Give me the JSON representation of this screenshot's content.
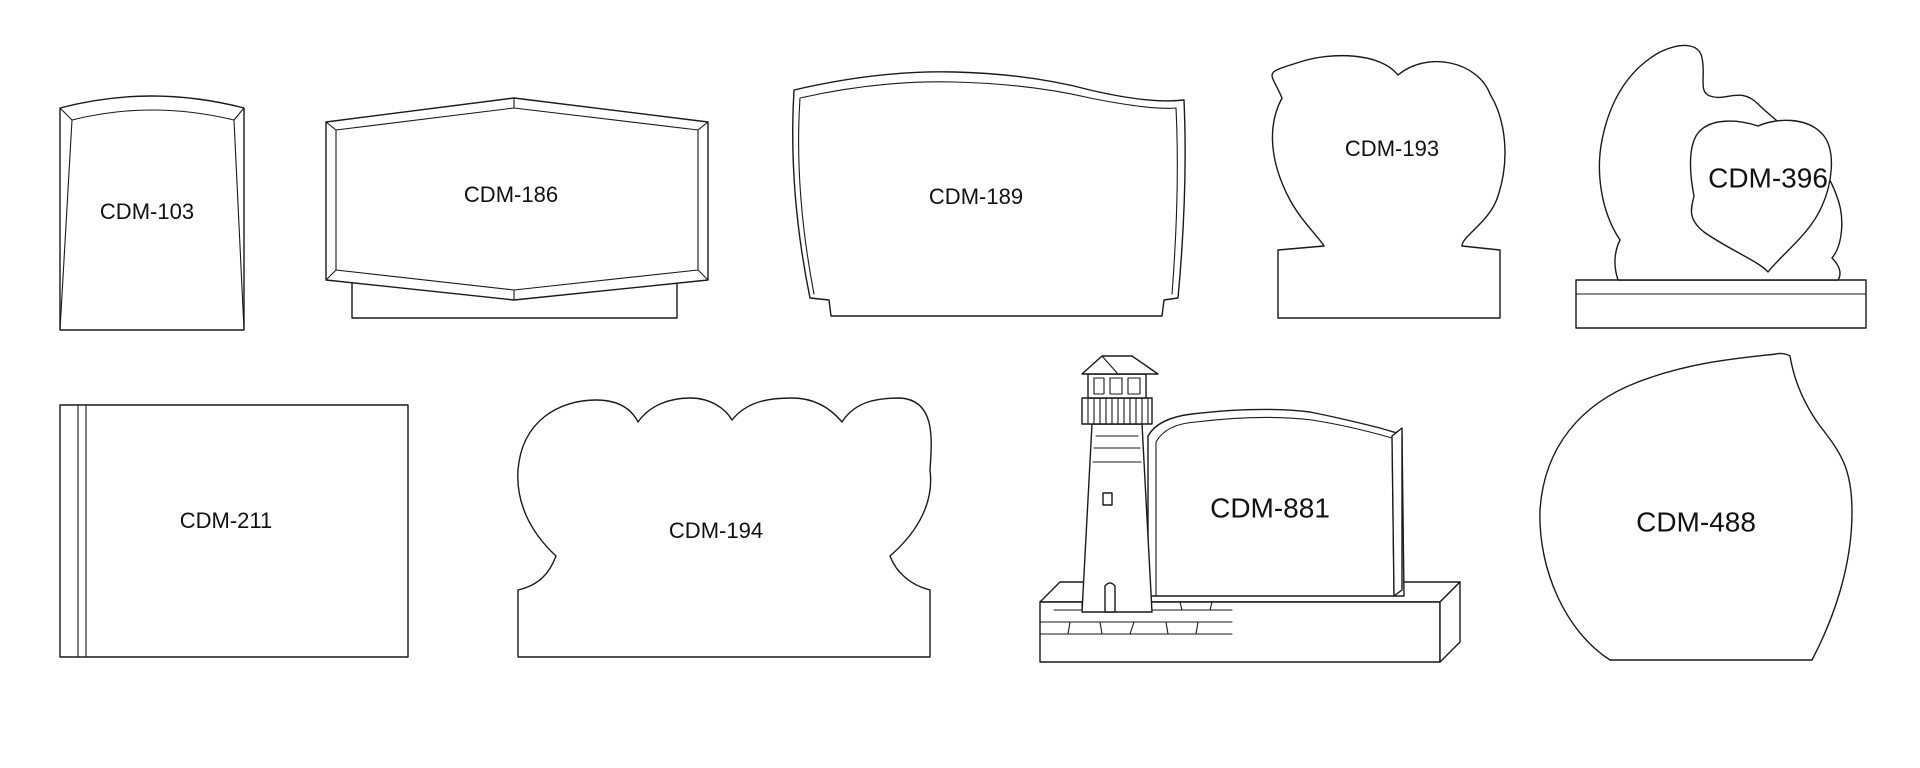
{
  "catalog": {
    "models": [
      {
        "id": "cdm-103",
        "label": "CDM-103"
      },
      {
        "id": "cdm-186",
        "label": "CDM-186"
      },
      {
        "id": "cdm-189",
        "label": "CDM-189"
      },
      {
        "id": "cdm-193",
        "label": "CDM-193"
      },
      {
        "id": "cdm-396",
        "label": "CDM-396"
      },
      {
        "id": "cdm-211",
        "label": "CDM-211"
      },
      {
        "id": "cdm-194",
        "label": "CDM-194"
      },
      {
        "id": "cdm-881",
        "label": "CDM-881"
      },
      {
        "id": "cdm-488",
        "label": "CDM-488"
      }
    ]
  },
  "colors": {
    "background": "#ffffff",
    "line": "#1a1a1a",
    "text": "#111111"
  }
}
